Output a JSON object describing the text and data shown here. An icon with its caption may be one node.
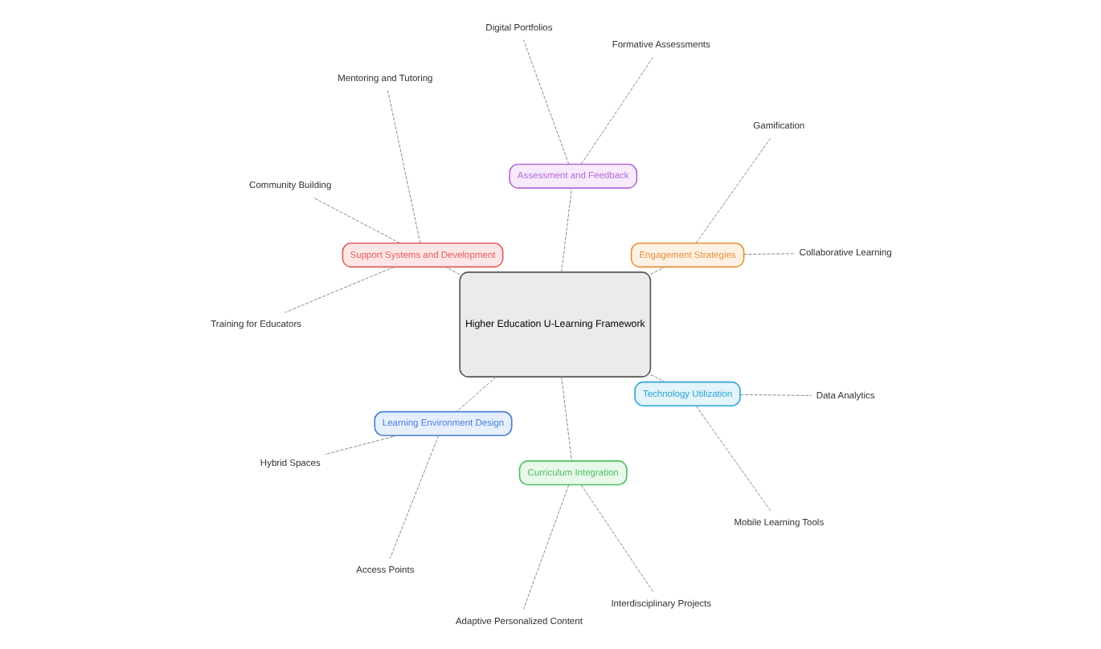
{
  "diagram": {
    "nodes": [
      {
        "text": [
          "Higher Education U-Learning Framework"
        ]
      },
      {
        "text": [
          "Engagement Strategies"
        ]
      },
      {
        "text": [
          "Collaborative Learning"
        ]
      },
      {
        "text": [
          "Gamification"
        ]
      },
      {
        "text": [
          "Assessment and Feedback"
        ]
      },
      {
        "text": [
          "Formative Assessments"
        ]
      },
      {
        "text": [
          "Digital Portfolios"
        ]
      },
      {
        "text": [
          "Support Systems and Development"
        ]
      },
      {
        "text": [
          "Mentoring and Tutoring"
        ]
      },
      {
        "text": [
          "Community Building"
        ]
      },
      {
        "text": [
          "Training for Educators"
        ]
      },
      {
        "text": [
          "Learning Environment Design"
        ]
      },
      {
        "text": [
          "Hybrid Spaces"
        ]
      },
      {
        "text": [
          "Access Points"
        ]
      },
      {
        "text": [
          "Curriculum Integration"
        ]
      },
      {
        "text": [
          "Adaptive Personalized Content"
        ]
      },
      {
        "text": [
          "Interdisciplinary Projects"
        ]
      },
      {
        "text": [
          "Technology Utilization"
        ]
      },
      {
        "text": [
          "Mobile Learning Tools"
        ]
      },
      {
        "text": [
          "Data Analytics"
        ]
      }
    ],
    "edges": [
      {
        "from": 0,
        "to": 1,
        "arrow": "none",
        "style": "dashed"
      },
      {
        "from": 1,
        "to": 2,
        "arrow": "none",
        "style": "dashed"
      },
      {
        "from": 1,
        "to": 3,
        "arrow": "none",
        "style": "dashed"
      },
      {
        "from": 0,
        "to": 4,
        "arrow": "none",
        "style": "dashed"
      },
      {
        "from": 4,
        "to": 5,
        "arrow": "none",
        "style": "dashed"
      },
      {
        "from": 4,
        "to": 6,
        "arrow": "none",
        "style": "dashed"
      },
      {
        "from": 0,
        "to": 7,
        "arrow": "none",
        "style": "dashed"
      },
      {
        "from": 7,
        "to": 8,
        "arrow": "none",
        "style": "dashed"
      },
      {
        "from": 7,
        "to": 9,
        "arrow": "none",
        "style": "dashed"
      },
      {
        "from": 7,
        "to": 10,
        "arrow": "none",
        "style": "dashed"
      },
      {
        "from": 0,
        "to": 11,
        "arrow": "none",
        "style": "dashed"
      },
      {
        "from": 11,
        "to": 12,
        "arrow": "none",
        "style": "dashed"
      },
      {
        "from": 11,
        "to": 13,
        "arrow": "none",
        "style": "dashed"
      },
      {
        "from": 0,
        "to": 14,
        "arrow": "none",
        "style": "dashed"
      },
      {
        "from": 14,
        "to": 15,
        "arrow": "none",
        "style": "dashed"
      },
      {
        "from": 14,
        "to": 16,
        "arrow": "none",
        "style": "dashed"
      },
      {
        "from": 0,
        "to": 17,
        "arrow": "none",
        "style": "dashed"
      },
      {
        "from": 17,
        "to": 18,
        "arrow": "none",
        "style": "dashed"
      },
      {
        "from": 17,
        "to": 19,
        "arrow": "none",
        "style": "dashed"
      }
    ]
  }
}
